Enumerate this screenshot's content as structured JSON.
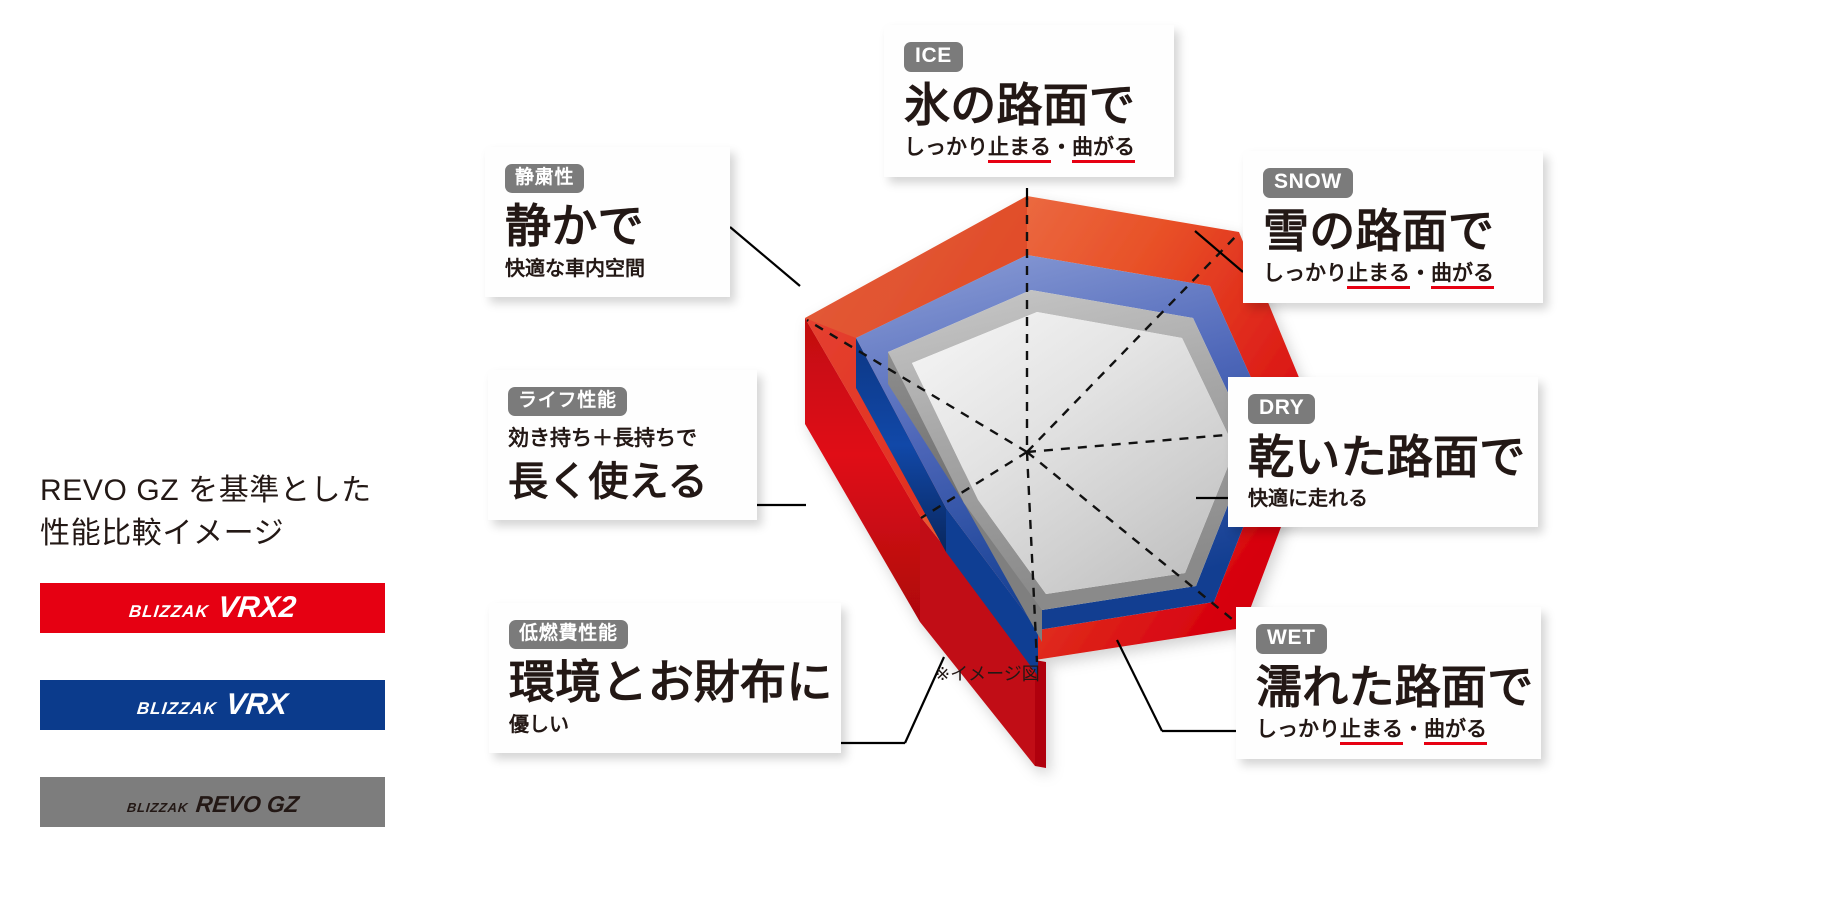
{
  "legend": {
    "title": "REVO GZ を基準とした\n性能比較イメージ",
    "items": [
      {
        "brand": "BLIZZAK",
        "model": "VRX2",
        "color": "#e60012",
        "name": "blizzak-vrx2"
      },
      {
        "brand": "BLIZZAK",
        "model": "VRX",
        "color": "#0b3b8c",
        "name": "blizzak-vrx"
      },
      {
        "brand": "BLIZZAK",
        "model": "REVO GZ",
        "color": "#7d7d7d",
        "name": "blizzak-revo-gz"
      }
    ]
  },
  "note": "※イメージ図",
  "callouts": {
    "ice": {
      "tag": "ICE",
      "big": "氷の路面で",
      "sub_prefix": "しっかり",
      "sub_u1": "止まる",
      "sub_mid": "・",
      "sub_u2": "曲がる"
    },
    "snow": {
      "tag": "SNOW",
      "big": "雪の路面で",
      "sub_prefix": "しっかり",
      "sub_u1": "止まる",
      "sub_mid": "・",
      "sub_u2": "曲がる"
    },
    "dry": {
      "tag": "DRY",
      "big": "乾いた路面で",
      "sub": "快適に走れる"
    },
    "wet": {
      "tag": "WET",
      "big": "濡れた路面で",
      "sub_prefix": "しっかり",
      "sub_u1": "止まる",
      "sub_mid": "・",
      "sub_u2": "曲がる"
    },
    "quiet": {
      "tag": "静粛性",
      "big": "静かで",
      "sub": "快適な車内空間"
    },
    "life": {
      "tag": "ライフ性能",
      "pre": "効き持ち＋長持ちで",
      "big": "長く使える"
    },
    "eco": {
      "tag": "低燃費性能",
      "big": "環境とお財布に",
      "sub": "優しい"
    }
  },
  "chart_data": {
    "type": "radar",
    "title": "REVO GZ を基準とした性能比較イメージ",
    "categories": [
      "ICE",
      "SNOW",
      "DRY",
      "WET",
      "低燃費性能",
      "ライフ性能",
      "静粛性"
    ],
    "series": [
      {
        "name": "BLIZZAK VRX2",
        "color": "#e60012",
        "values": [
          100,
          100,
          100,
          100,
          100,
          100,
          100
        ]
      },
      {
        "name": "BLIZZAK VRX",
        "color": "#0b3b8c",
        "values": [
          88,
          88,
          88,
          88,
          88,
          88,
          88
        ]
      },
      {
        "name": "BLIZZAK REVO GZ",
        "color": "#9c9c9c",
        "values": [
          78,
          78,
          78,
          78,
          78,
          78,
          78
        ]
      }
    ],
    "grid": "dashed-radial",
    "legend_position": "left",
    "annotation": "※イメージ図"
  },
  "colors": {
    "red": "#e60012",
    "blue": "#0b3b8c",
    "gray": "#7d7d7d",
    "tag_bg": "#7b7b7b",
    "text": "#231815"
  }
}
